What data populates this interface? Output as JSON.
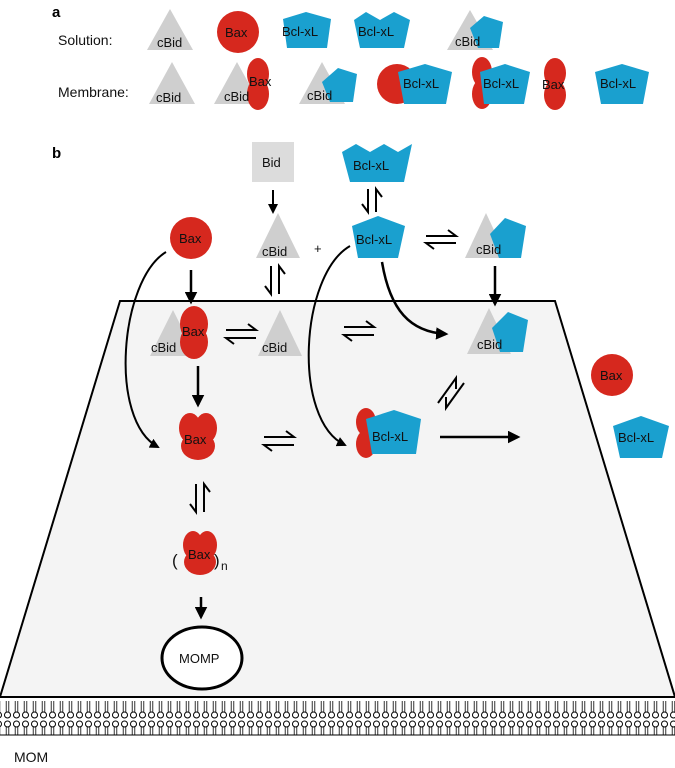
{
  "colors": {
    "bax": "#d6281e",
    "bclxl": "#1aa0cf",
    "cbid": "#cfcfcf",
    "bid_box": "#dcdcdc",
    "membrane_fill": "#f4f4f4"
  },
  "panel_a": {
    "label": "a",
    "solution_label": "Solution:",
    "membrane_label": "Membrane:",
    "solution_items": [
      "cBid",
      "Bax",
      "Bcl-xL",
      "Bcl-xL",
      "cBid"
    ],
    "membrane_items": [
      "cBid",
      "cBid",
      "Bax",
      "cBid",
      "Bcl-xL",
      "Bcl-xL",
      "Bax",
      "Bcl-xL"
    ]
  },
  "panel_b": {
    "label": "b",
    "bid": "Bid",
    "cbid": "cBid",
    "bax": "Bax",
    "bclxl": "Bcl-xL",
    "plus": "+",
    "oligomer_open": "(",
    "oligomer_close": ")",
    "oligomer_subscript": "n",
    "momp": "MOMP",
    "mom": "MOM"
  }
}
